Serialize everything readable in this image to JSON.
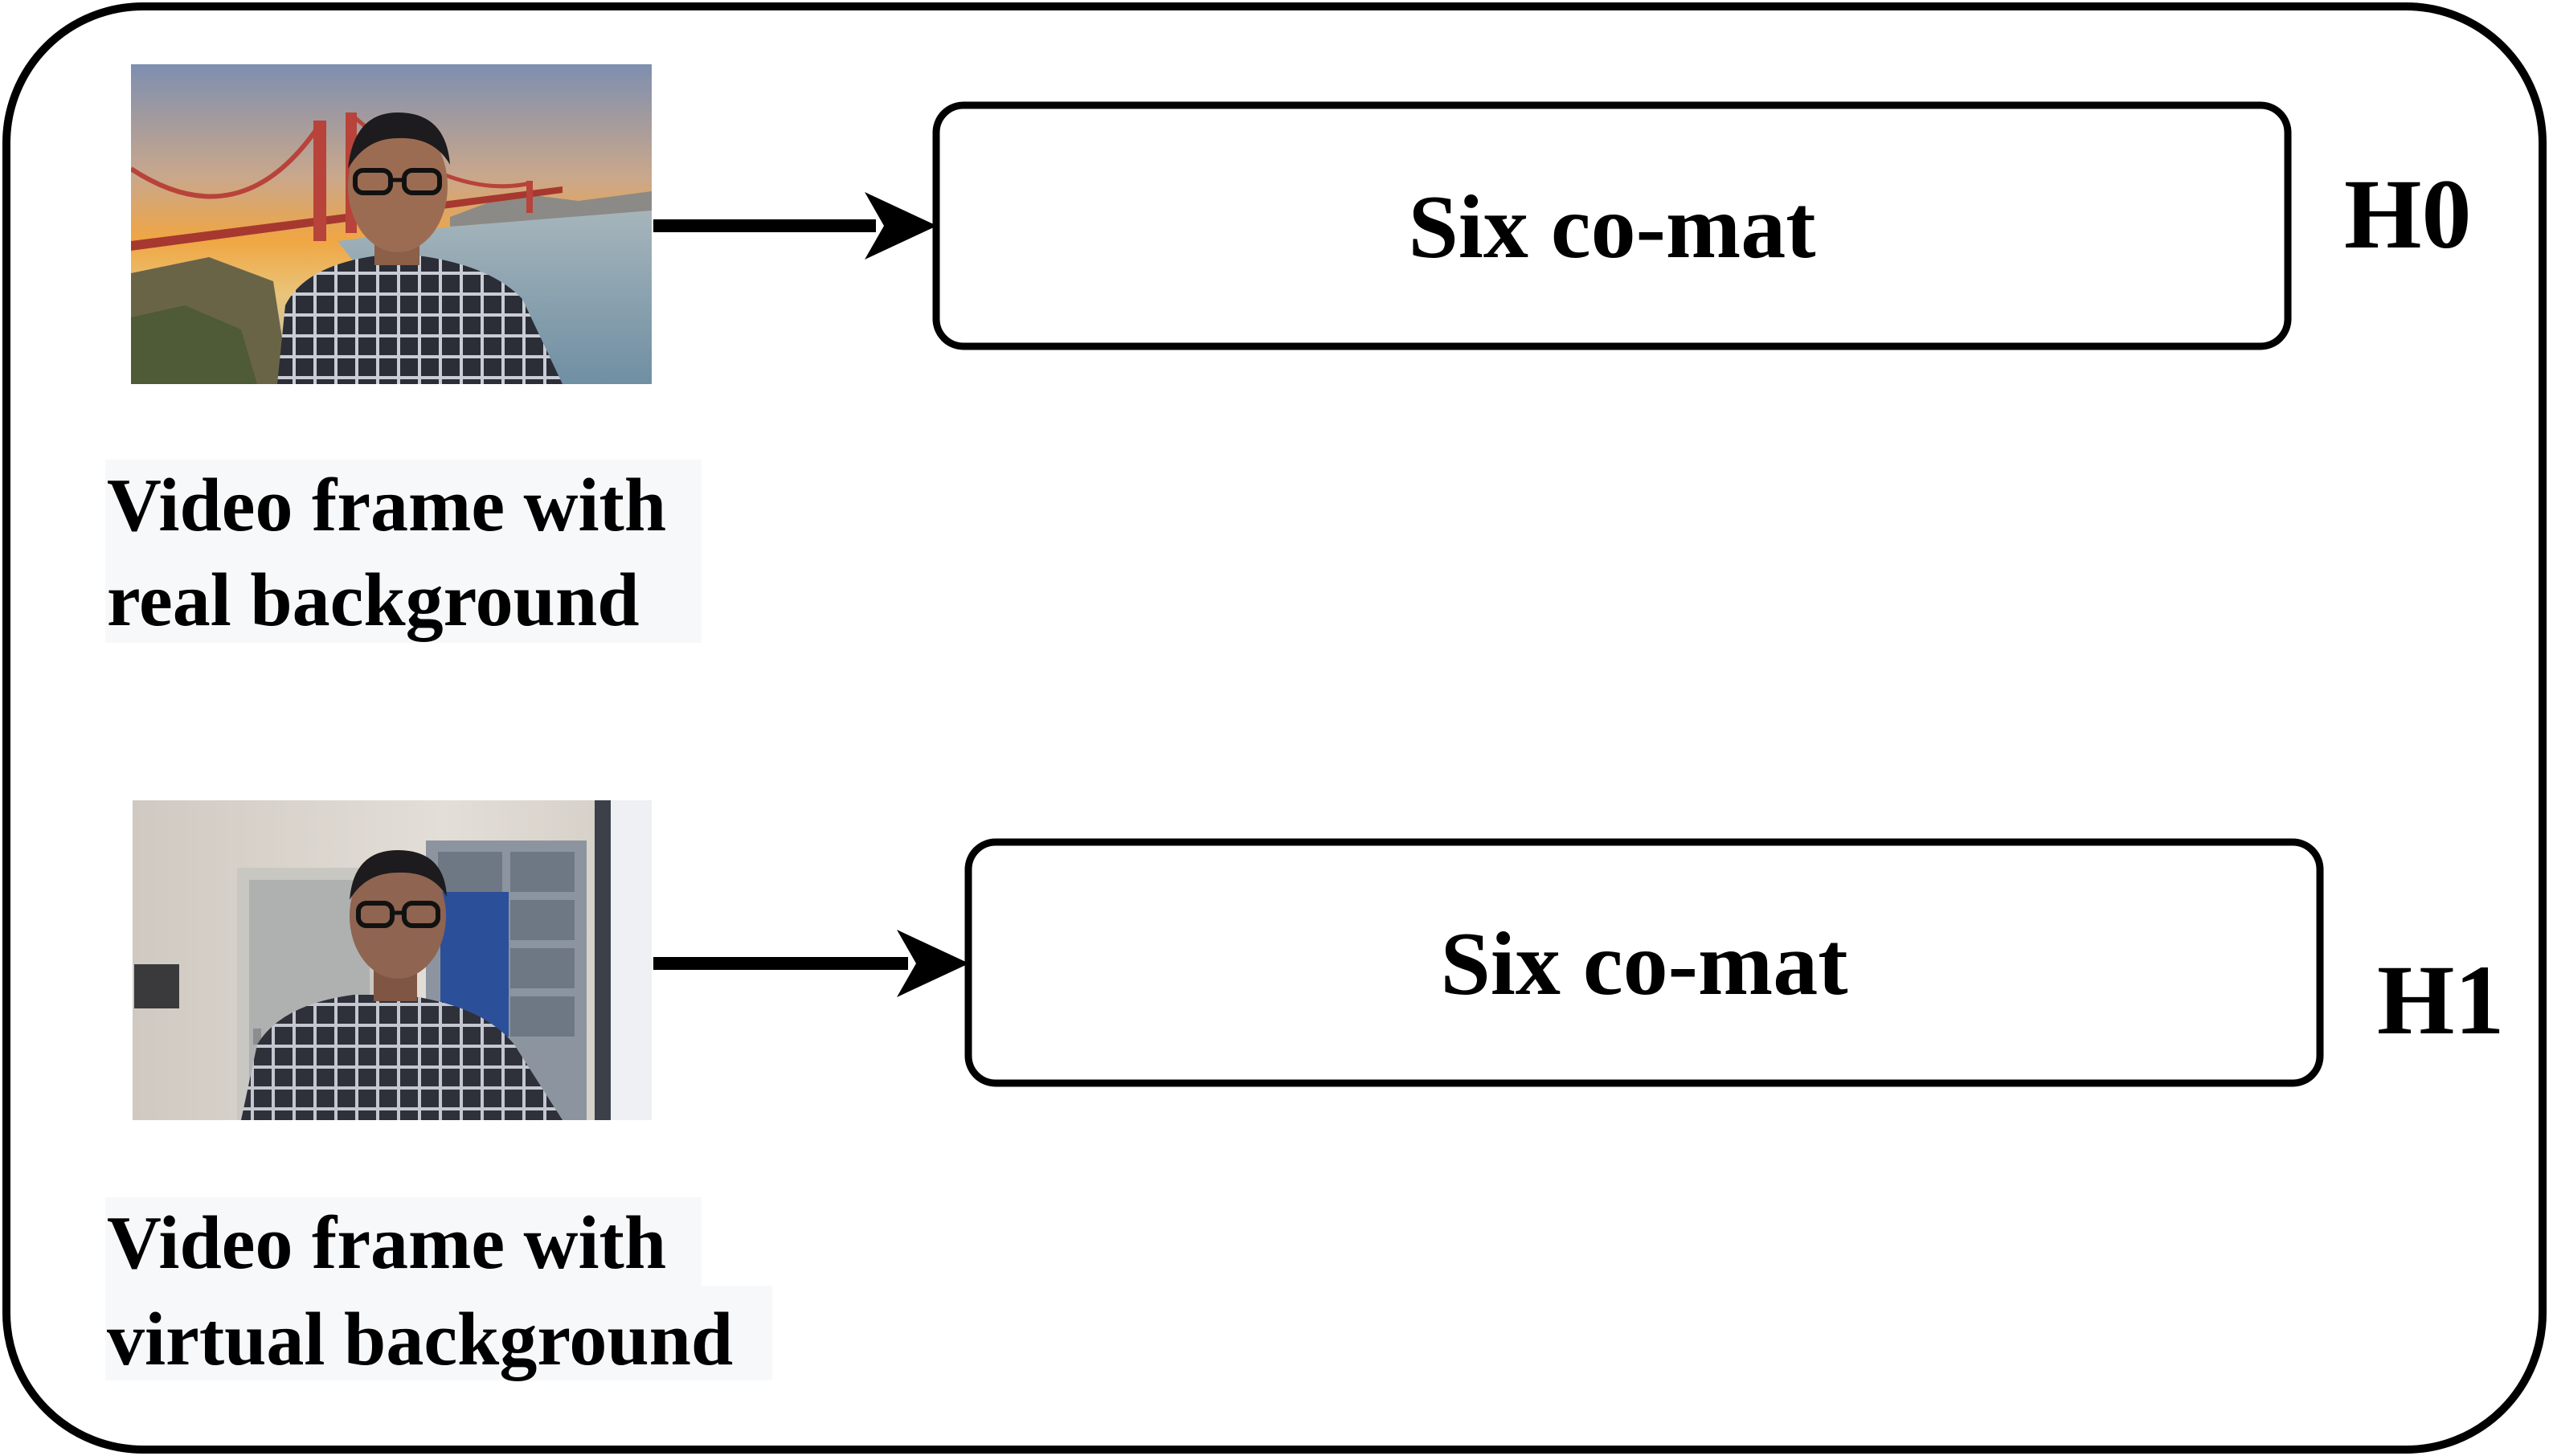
{
  "rows": [
    {
      "image": {
        "subject": "person-with-glasses-checked-shirt",
        "background": "sunset-suspension-bridge-and-bay",
        "colors": {
          "sky_top": "#7d8fb0",
          "sky_mid": "#f0a642",
          "sky_low": "#e9c47a",
          "water": "#8aa5b8",
          "bridge": "#b8433a",
          "rocks": "#6a6447",
          "shirt": "#2b2e37",
          "skin": "#9c6c52"
        }
      },
      "caption_line1": "Video frame with",
      "caption_line2": "real background",
      "box_label": "Six co-mat",
      "hypothesis": "H0"
    },
    {
      "image": {
        "subject": "person-with-glasses-checked-shirt",
        "background": "office-room-with-door-and-shelf",
        "colors": {
          "wall": "#d9d3cb",
          "door": "#aeb1b0",
          "shelf": "#8c959f",
          "blue_panel": "#2c4f9a",
          "shirt": "#2e3139",
          "skin": "#8f6451"
        }
      },
      "caption_line1": "Video frame with",
      "caption_line2": "virtual background",
      "box_label": "Six co-mat",
      "hypothesis": "H1"
    }
  ]
}
